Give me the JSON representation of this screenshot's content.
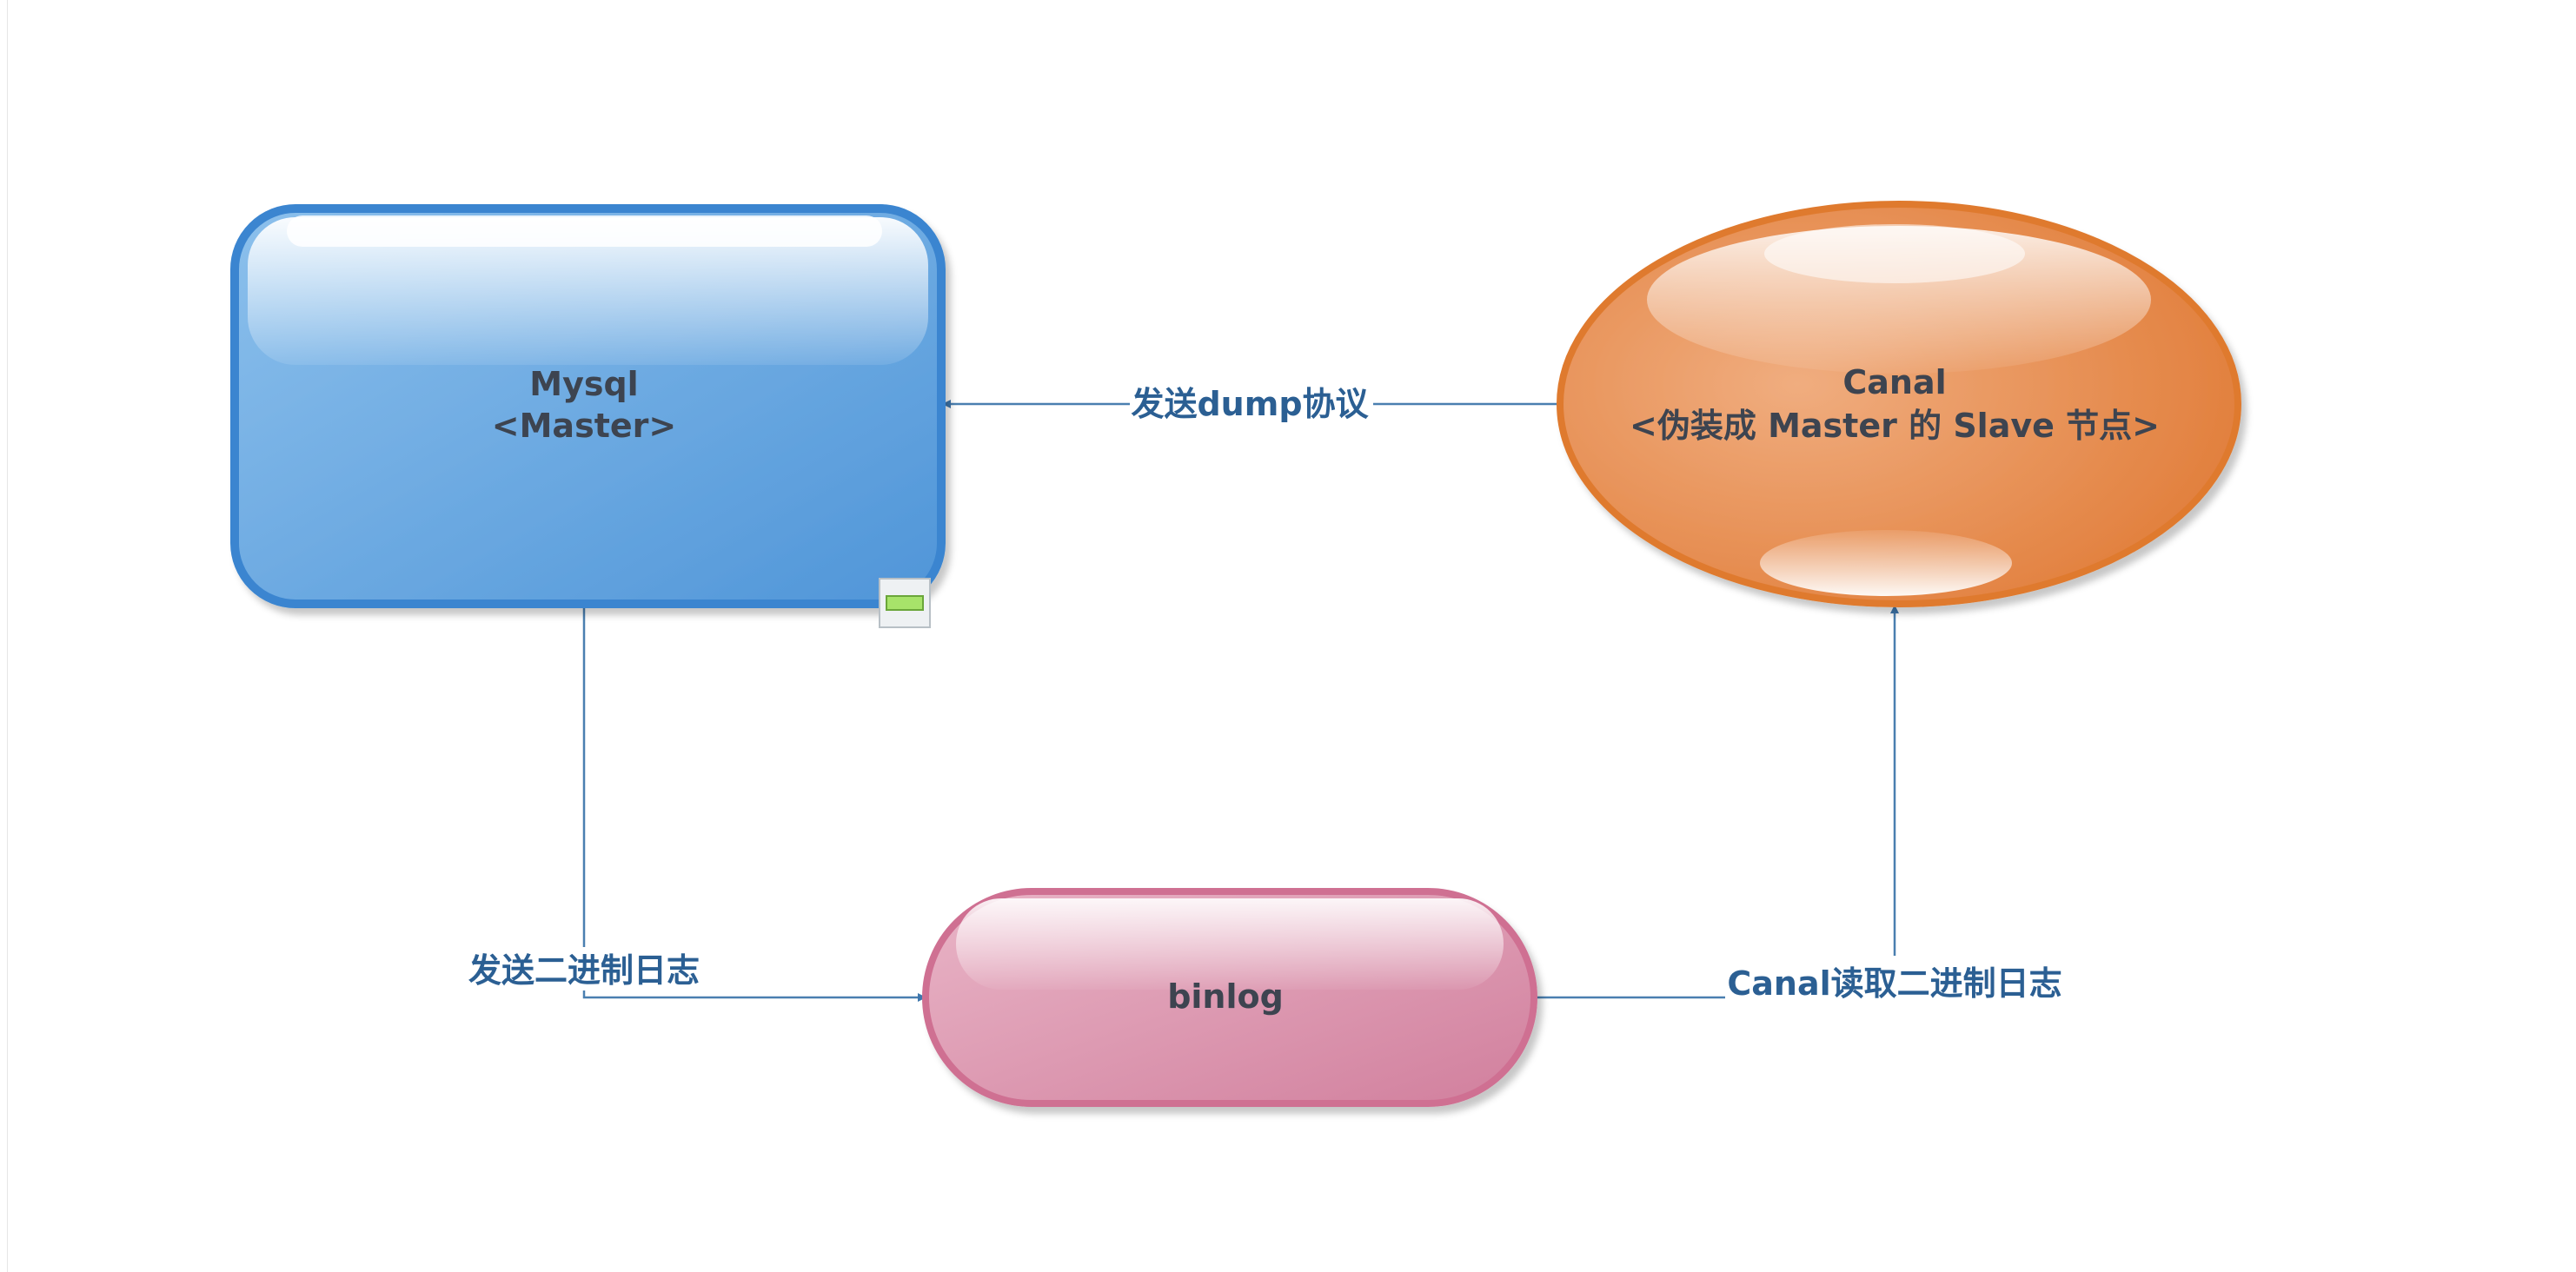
{
  "nodes": {
    "mysql": {
      "line1": "Mysql",
      "line2": "<Master>"
    },
    "canal": {
      "line1": "Canal",
      "line2": "<伪装成 Master 的 Slave 节点>"
    },
    "binlog": {
      "label": "binlog"
    }
  },
  "edges": {
    "canal_to_mysql": "发送dump协议",
    "mysql_to_binlog": "发送二进制日志",
    "binlog_to_canal": "Canal读取二进制日志"
  },
  "colors": {
    "mysql_fill": "#5b9fdc",
    "canal_fill": "#e7843f",
    "binlog_fill": "#d98aa6",
    "edge": "#4a7fb0",
    "edge_label": "#2b5f93",
    "node_text": "#3d4450"
  }
}
